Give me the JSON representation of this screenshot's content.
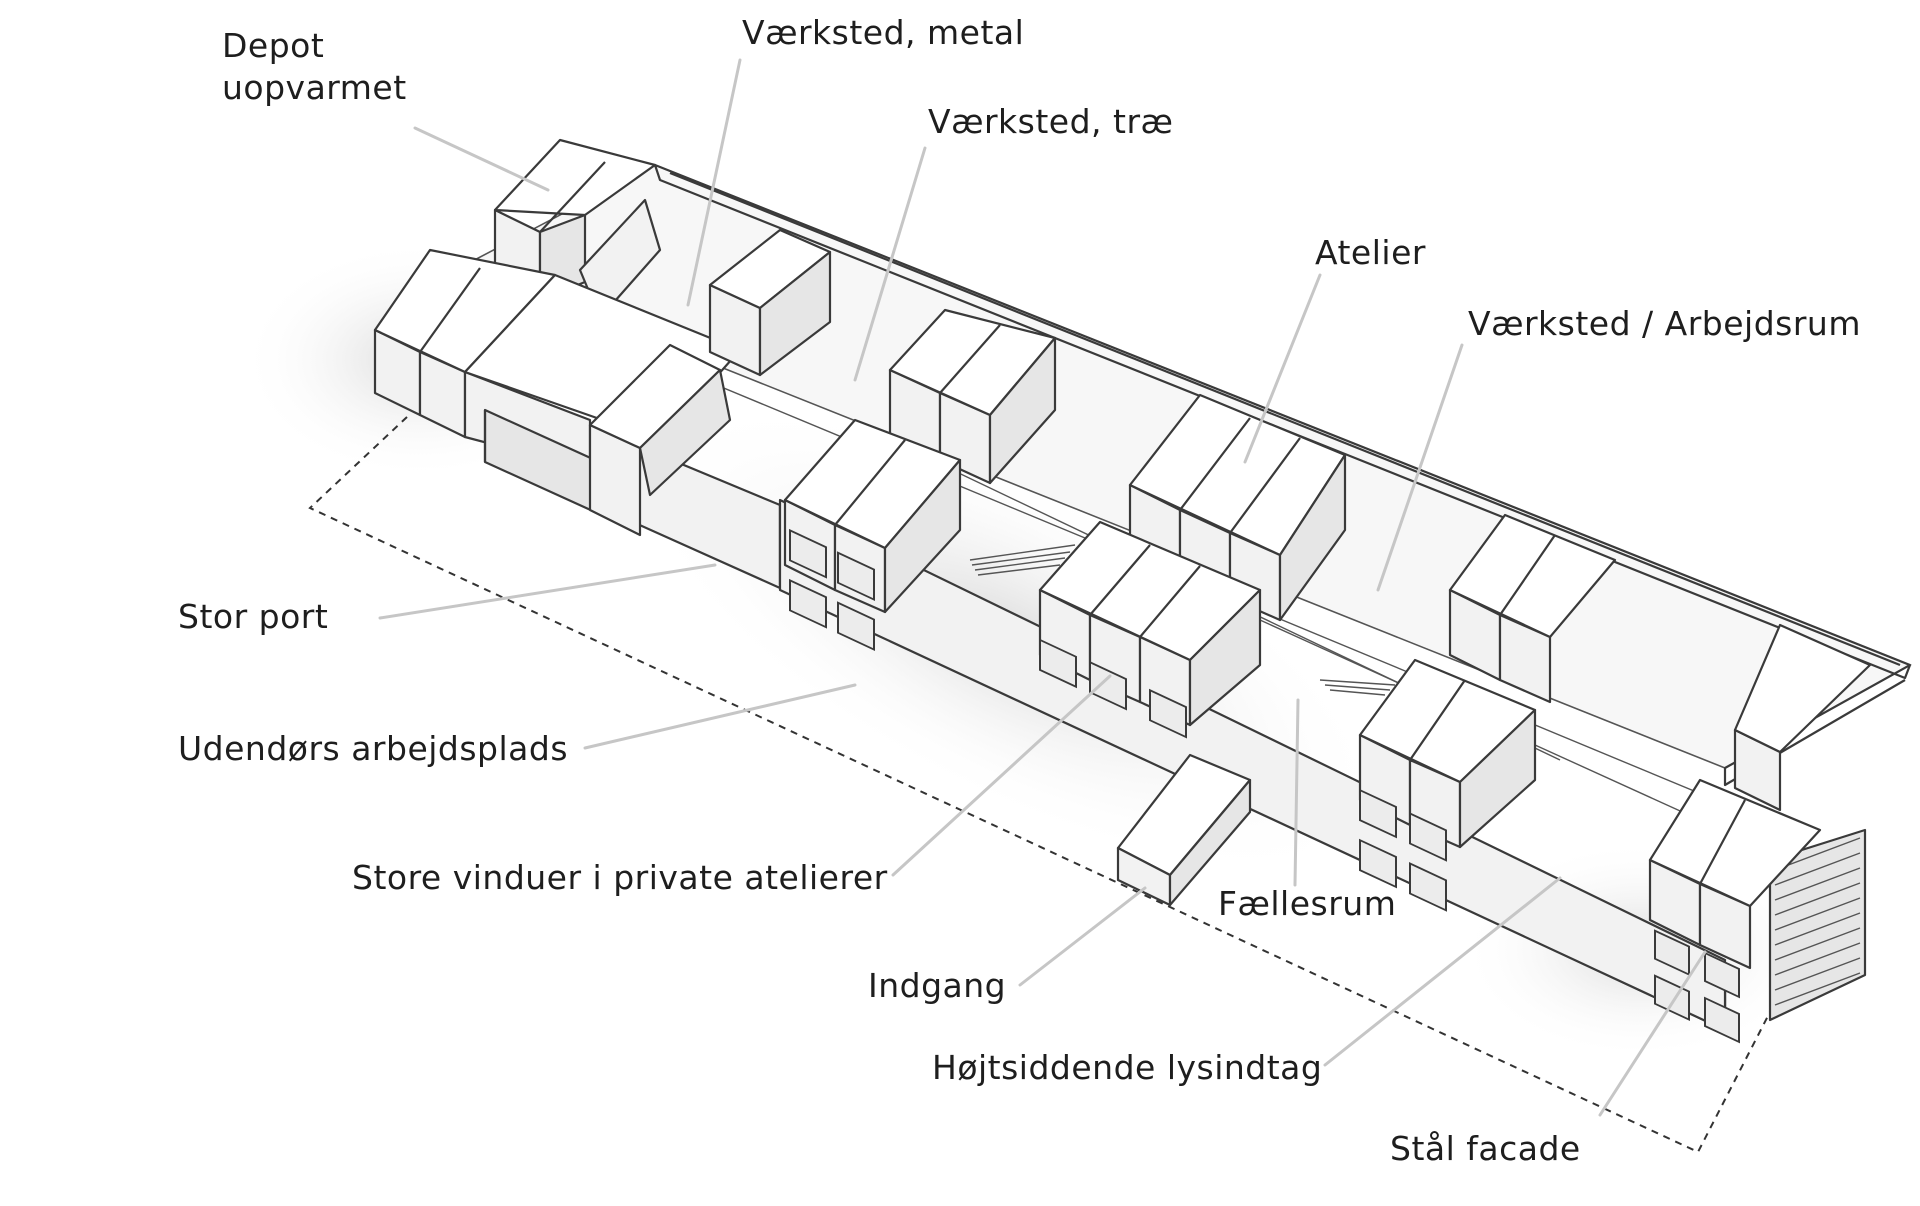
{
  "labels": {
    "depot_line1": "Depot",
    "depot_line2": "uopvarmet",
    "vaerksted_metal": "Værksted, metal",
    "vaerksted_trae": "Værksted, træ",
    "atelier": "Atelier",
    "vaerksted_arbejdsrum": "Værksted / Arbejdsrum",
    "stor_port": "Stor port",
    "udendors_arbejdsplads": "Udendørs arbejdsplads",
    "store_vinduer": "Store vinduer i private atelierer",
    "indgang": "Indgang",
    "faellesrum": "Fællesrum",
    "hojtsiddende_lysindtag": "Højtsiddende lysindtag",
    "staal_facade": "Stål facade"
  },
  "colors": {
    "text": "#1e1e1e",
    "leader": "#c6c6c6",
    "edge": "#3a3a3a",
    "background": "#ffffff"
  }
}
